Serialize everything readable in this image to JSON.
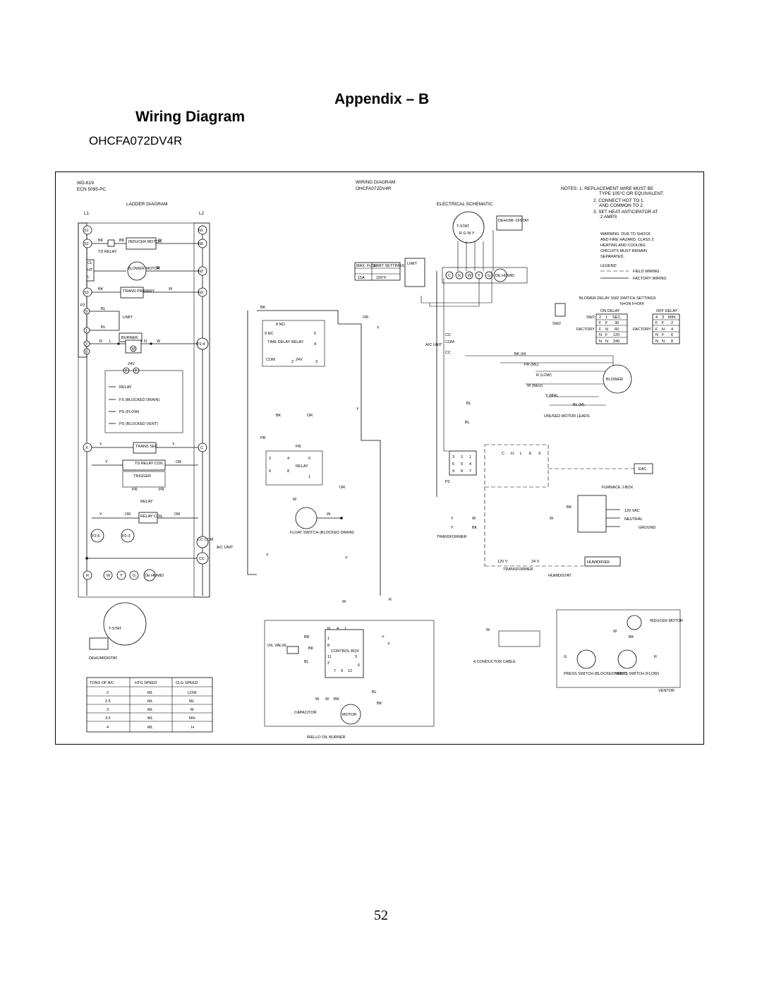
{
  "header": {
    "appendix": "Appendix – B",
    "section": "Wiring Diagram",
    "model": "OHCFA072DV4R"
  },
  "page_number": "52",
  "diagram": {
    "drawing_no": "WD-619",
    "ecn": "ECN 5095-PC",
    "title": "WIRING DIAGRAM",
    "title_model": "OHCFA072DV4R",
    "ladder_title": "LADDER DIAGRAM",
    "schematic_title": "ELECTRICAL SCHEMATIC",
    "l1": "L1",
    "l2": "L2",
    "notes": [
      "NOTES: 1. REPLACEMENT WIRE MUST BE",
      "TYPE 105°C OR EQUIVALENT.",
      "2. CONNECT HOT TO 1",
      "AND COMMON TO 2.",
      "3. SET HEAT ANTICIPATOR AT",
      ".2 AMPS"
    ],
    "warning": [
      "WARNING: DUE TO SHOCK",
      "AND FIRE HAZARD, CLASS 2",
      "HEATING AND COOLING",
      "CIRCUITS MUST REMAIN",
      "SEPARATED."
    ],
    "legend_title": "LEGEND",
    "legend_field": "FIELD WIRING",
    "legend_factory": "FACTORY WIRING",
    "blower_delay_title": "BLOWER DELAY SW2 SWITCH SETTINGS",
    "blower_delay_sub": "N=ON F=OFF",
    "on_delay": "ON DELAY",
    "off_delay": "OFF DELAY",
    "on_delay_table": {
      "header": [
        "SW2",
        "2",
        "1",
        "SEC."
      ],
      "rows": [
        [
          "",
          "F",
          "F",
          "30"
        ],
        [
          "FACTORY",
          "F",
          "N",
          "60"
        ],
        [
          "",
          "N",
          "F",
          "120"
        ],
        [
          "",
          "N",
          "N",
          "240"
        ]
      ]
    },
    "off_delay_table": {
      "header": [
        "4",
        "3",
        "MIN."
      ],
      "rows": [
        [
          "F",
          "F",
          "2"
        ],
        [
          "FACTORY",
          "F",
          "N",
          "4"
        ],
        [
          "N",
          "F",
          "6"
        ],
        [
          "N",
          "N",
          "8"
        ]
      ]
    },
    "limit_table": {
      "header": [
        "MAX. FUSE",
        "LIMIT SETTINGS"
      ],
      "row": [
        "15A",
        "150°F"
      ]
    },
    "ladder": {
      "terminals_left": [
        "S1",
        "S2",
        "S3"
      ],
      "terminals_right": [
        "N1",
        "N5",
        "N2",
        "N3",
        "P2-4"
      ],
      "bk": "BK",
      "w": "W",
      "inducer_motor": "INDUCER MOTOR",
      "td_relay": "TD RELAY",
      "blower_motor": "BLOWER MOTOR",
      "speed_labels": [
        "CL",
        "HT",
        "L"
      ],
      "trans_primary": "TRANS PRIMARY",
      "p2": "P2",
      "limit": "LIMIT",
      "bl": "BL",
      "burner": "BURNER",
      "r": "R",
      "l": "L",
      "n": "N",
      "m": "M",
      "v24": "24V",
      "t": "T",
      "safety": [
        "RELAY",
        "FS (BLOCKED DRAIN)",
        "PS (FLOW)",
        "PS (BLOCKED VENT)"
      ],
      "trans_sec": "TRANS SEC",
      "x": "X",
      "c": "C",
      "y": "Y",
      "or": "OR",
      "pr": "PR",
      "td_relay_coil": "TD RELAY COIL",
      "trigger": "TRIGGER",
      "relay": "RELAY",
      "relay_coil": "RELAY COIL",
      "p2_6": "P2-6",
      "p2_3": "P2-3",
      "cc_com": "CC COM",
      "ac_unit": "A/C UNIT",
      "cc": "CC",
      "thermostat_terms": [
        "R",
        "W",
        "Y",
        "G",
        "DE HUMID"
      ],
      "tstat": "T-STAT",
      "dehumidistat": "DEHUMIDISTAT",
      "p2_left": [
        "9",
        "1",
        "2",
        "8"
      ]
    },
    "speed_table": {
      "header": [
        "TONS OF A/C",
        "HTG SPEED",
        "CLG SPEED"
      ],
      "rows": [
        [
          "2",
          "ML",
          "LOW"
        ],
        [
          "2.5",
          "ML",
          "ML"
        ],
        [
          "3",
          "ML",
          "M"
        ],
        [
          "3.5",
          "ML",
          "MH"
        ],
        [
          "4",
          "ML",
          "H"
        ]
      ]
    },
    "schematic": {
      "tstat": "T-STAT",
      "tstat_terms": "R G W Y",
      "dehumidistat": "DEHUMI- DISTAT",
      "limit": "LIMIT",
      "term_block": [
        "C",
        "R",
        "W",
        "Y",
        "G",
        "DE HUMID"
      ],
      "sw2": "SW2",
      "bk": "BK",
      "or": "OR",
      "y": "Y",
      "no": "8 NO",
      "nc": "9 NC",
      "td_relay": "TIME DELAY RELAY",
      "com": "COM",
      "v24": "24V",
      "pins": [
        "5",
        "4",
        "2",
        "3"
      ],
      "cc": "CC",
      "cc_com": "COM",
      "ac_unit": "A/C UNIT",
      "blower_wires": [
        "BK (H)",
        "PR (ML)",
        "R (LOW)",
        "W (NEU)",
        "Y (MH)",
        "BL (M)"
      ],
      "blower": "BLOWER",
      "unused_leads": "UNUSED MOTOR LEADS",
      "bl": "BL",
      "pr": "PR",
      "relay": "RELAY",
      "relay_pins": [
        "2",
        "4",
        "0",
        "6",
        "8",
        "1"
      ],
      "float_switch": "FLOAT SWITCH (BLOCKED DRAIN)",
      "w": "W",
      "p2": "P2",
      "p2_pins": [
        "3",
        "2",
        "1",
        "6",
        "5",
        "4",
        "9",
        "8",
        "7"
      ],
      "board_cols": [
        "C",
        "H",
        "L",
        "E",
        "S"
      ],
      "eac": "EAC",
      "furnace_jbox": "FURNACE J-BOX",
      "supply": [
        "120 VAC",
        "NEUTRAL",
        "GROUND"
      ],
      "transformer": "TRANSFORMER",
      "transformer2": "TRANSFORMER",
      "humidifier": "HUMIDIFIER",
      "humidistat": "HUMIDISTAT",
      "v120": "120 V",
      "v24b": "24 V",
      "inducer_motor": "INDUCER MOTOR",
      "cable": "4 CONDUCTOR CABLE",
      "press_switch_vent": "PRESS SWITCH (BLOCKED VENT)",
      "press_switch_flow": "PRESS SWITCH (FLOW)",
      "ventor": "VENTOR",
      "g": "G",
      "r": "R",
      "br": "BR",
      "oil_valve": "OIL VALVE",
      "control_box": "CONTROL BOX",
      "cb_pins": [
        "N",
        "4",
        "L",
        "1",
        "8",
        "11",
        "3",
        "2",
        "6",
        "7",
        "9",
        "12"
      ],
      "capacitor": "CAPACITOR",
      "motor": "MOTOR",
      "riello": "RIELLO OIL BURNER"
    }
  }
}
